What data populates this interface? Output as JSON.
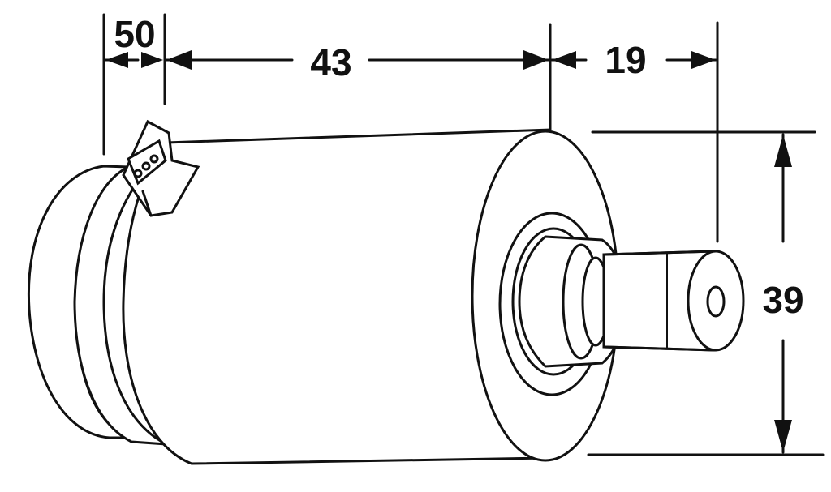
{
  "dimensions": {
    "width_a": "50",
    "width_b": "43",
    "width_c": "19",
    "height": "39"
  },
  "colors": {
    "ink": "#111111",
    "paper": "#ffffff"
  }
}
